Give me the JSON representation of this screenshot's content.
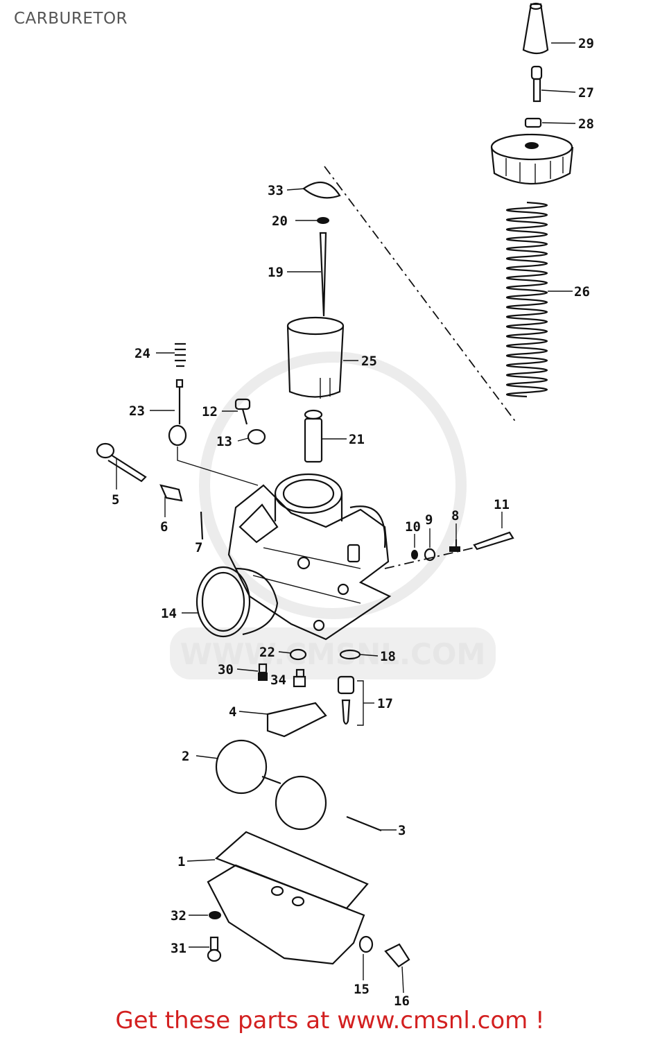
{
  "page": {
    "title": "CARBURETOR"
  },
  "watermark": {
    "text": "WWW.CMSNL.COM"
  },
  "parts": [
    {
      "id": "29",
      "label": "29"
    },
    {
      "id": "27",
      "label": "27"
    },
    {
      "id": "28",
      "label": "28"
    },
    {
      "id": "33",
      "label": "33"
    },
    {
      "id": "20",
      "label": "20"
    },
    {
      "id": "19",
      "label": "19"
    },
    {
      "id": "26",
      "label": "26"
    },
    {
      "id": "25",
      "label": "25"
    },
    {
      "id": "24",
      "label": "24"
    },
    {
      "id": "23",
      "label": "23"
    },
    {
      "id": "12",
      "label": "12"
    },
    {
      "id": "21",
      "label": "21"
    },
    {
      "id": "13",
      "label": "13"
    },
    {
      "id": "5",
      "label": "5"
    },
    {
      "id": "6",
      "label": "6"
    },
    {
      "id": "7",
      "label": "7"
    },
    {
      "id": "10",
      "label": "10"
    },
    {
      "id": "9",
      "label": "9"
    },
    {
      "id": "8",
      "label": "8"
    },
    {
      "id": "11",
      "label": "11"
    },
    {
      "id": "14",
      "label": "14"
    },
    {
      "id": "22",
      "label": "22"
    },
    {
      "id": "18",
      "label": "18"
    },
    {
      "id": "30",
      "label": "30"
    },
    {
      "id": "34",
      "label": "34"
    },
    {
      "id": "17",
      "label": "17"
    },
    {
      "id": "4",
      "label": "4"
    },
    {
      "id": "2",
      "label": "2"
    },
    {
      "id": "3",
      "label": "3"
    },
    {
      "id": "1",
      "label": "1"
    },
    {
      "id": "32",
      "label": "32"
    },
    {
      "id": "31",
      "label": "31"
    },
    {
      "id": "15",
      "label": "15"
    },
    {
      "id": "16",
      "label": "16"
    }
  ],
  "footer": {
    "prefix": "Get these parts at ",
    "link_text": "www.cmsnl.com",
    "suffix": " !"
  }
}
